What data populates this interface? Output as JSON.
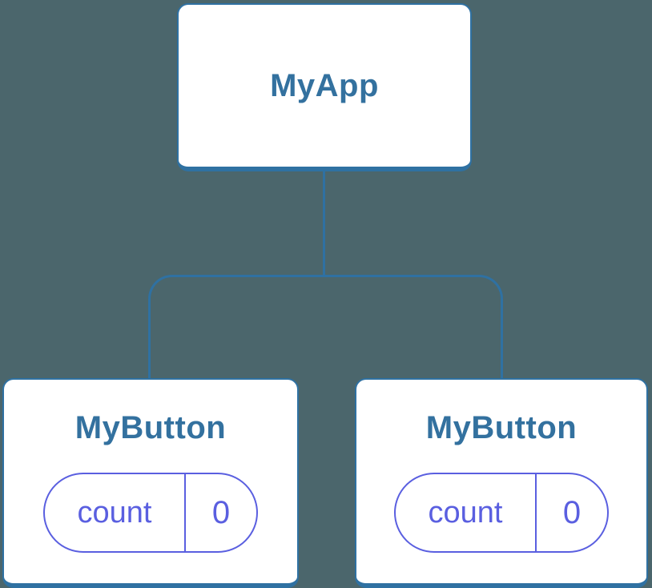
{
  "tree": {
    "root": {
      "label": "MyApp"
    },
    "children": [
      {
        "label": "MyButton",
        "state": {
          "key": "count",
          "value": "0"
        }
      },
      {
        "label": "MyButton",
        "state": {
          "key": "count",
          "value": "0"
        }
      }
    ]
  },
  "colors": {
    "background": "#4B666C",
    "node_fill": "#FFFFFF",
    "node_border": "#2F71A2",
    "node_title": "#33719F",
    "connector": "#2F71A2",
    "state_accent": "#5A5FE0"
  }
}
